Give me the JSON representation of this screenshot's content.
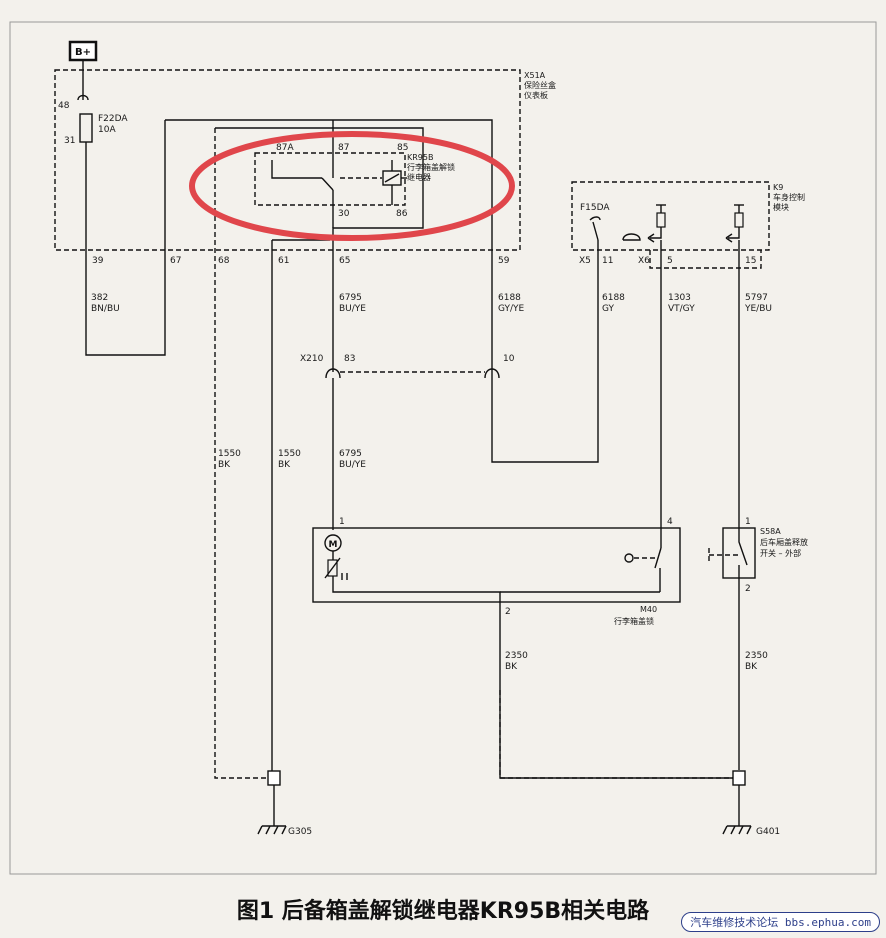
{
  "components": {
    "battery": "B+",
    "x51a": [
      "X51A",
      "保险丝盒",
      "仪表板"
    ],
    "fuse": [
      "F22DA",
      "10A"
    ],
    "fuse_pins": [
      "48",
      "31"
    ],
    "relay": [
      "KR95B",
      "行李箱盖解锁",
      "继电器"
    ],
    "relay_pins": [
      "87A",
      "87",
      "85",
      "30",
      "86"
    ],
    "k9": [
      "K9",
      "车身控制",
      "模块"
    ],
    "k9_fuse": "F15DA",
    "k9_connectors": [
      "X5",
      "11",
      "X6",
      "5",
      "15"
    ],
    "x51a_pins": [
      "39",
      "67",
      "68",
      "61",
      "65",
      "59"
    ],
    "x210": [
      "X210",
      "83",
      "10"
    ],
    "motor_pins": [
      "1",
      "4",
      "2"
    ],
    "m40": [
      "M40",
      "行李箱盖锁"
    ],
    "s58a": [
      "S58A",
      "后车厢盖释放",
      "开关 – 外部"
    ],
    "s58a_pins": [
      "1",
      "2"
    ],
    "grounds": [
      "G305",
      "G401"
    ]
  },
  "wires": {
    "w382": [
      "382",
      "BN/BU"
    ],
    "w6795a": [
      "6795",
      "BU/YE"
    ],
    "w6188a": [
      "6188",
      "GY/YE"
    ],
    "w6188b": [
      "6188",
      "GY"
    ],
    "w1303": [
      "1303",
      "VT/GY"
    ],
    "w5797": [
      "5797",
      "YE/BU"
    ],
    "w1550a": [
      "1550",
      "BK"
    ],
    "w1550b": [
      "1550",
      "BK"
    ],
    "w6795b": [
      "6795",
      "BU/YE"
    ],
    "w2350a": [
      "2350",
      "BK"
    ],
    "w2350b": [
      "2350",
      "BK"
    ]
  },
  "colors": {
    "highlight": "#e0464b",
    "ink": "#111111"
  },
  "caption": "图1 后备箱盖解锁继电器KR95B相关电路",
  "watermark": "汽车维修技术论坛 bbs.ephua.com"
}
